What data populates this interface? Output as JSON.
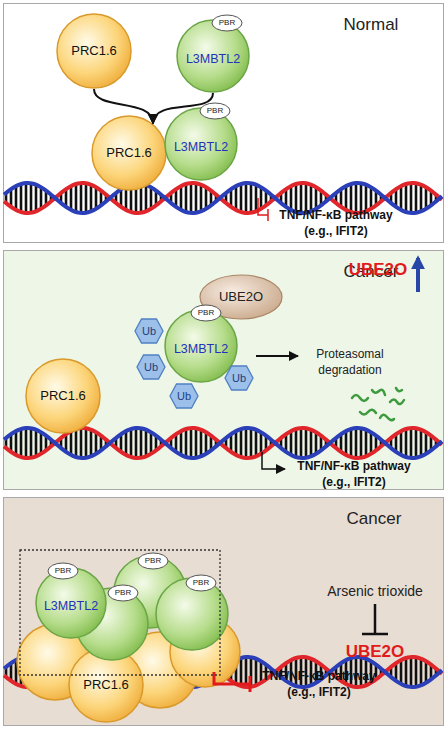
{
  "diagram": {
    "nodes": [
      {
        "text": [
          "Normal"
        ]
      },
      {
        "text": [
          "PRC1.6"
        ],
        "in": 0
      },
      {
        "text": [
          "L3MBTL2"
        ],
        "in": 0
      },
      {
        "text": [
          "PBR"
        ],
        "in": 2
      },
      {
        "text": [
          "PRC1.6"
        ],
        "in": 0
      },
      {
        "text": [
          "L3MBTL2"
        ],
        "in": 0
      },
      {
        "text": [
          "PBR"
        ],
        "in": 5
      },
      {
        "text": [
          "Cancer"
        ]
      },
      {
        "text": [
          "UBE2O"
        ],
        "in": 7
      },
      {
        "text": [
          "L3MBTL2"
        ],
        "in": 7
      },
      {
        "text": [
          "PBR"
        ],
        "in": 9
      },
      {
        "text": [
          "Ub"
        ],
        "in": 7
      },
      {
        "text": [
          "Ub"
        ],
        "in": 7
      },
      {
        "text": [
          "Ub"
        ],
        "in": 7
      },
      {
        "text": [
          "Ub"
        ],
        "in": 7
      },
      {
        "text": [
          "PRC1.6"
        ],
        "in": 7
      },
      {
        "text": [
          "Cancer"
        ]
      },
      {
        "text": [
          "PBR"
        ],
        "in": 16
      },
      {
        "text": [
          "PBR"
        ],
        "in": 16
      },
      {
        "text": [
          "PBR"
        ],
        "in": 16
      },
      {
        "text": [
          "L3MBTL2"
        ],
        "in": 16
      },
      {
        "text": [
          "PBR"
        ],
        "in": 20
      },
      {
        "text": [
          "PRC1.6"
        ],
        "in": 16
      }
    ],
    "edges": [
      {
        "from": 1,
        "to": 4,
        "arrow": "to"
      },
      {
        "from": 2,
        "to": 4,
        "arrow": "to"
      }
    ],
    "labels": [
      "TNF/NF-κB pathway (e.g., IFIT2)",
      "UBE2O",
      "Proteasomal degradation",
      "TNF/NF-κB pathway (e.g., IFIT2)",
      "Arsenic trioxide",
      "UBE2O",
      "TNF/NF-κB pathway (e.g., IFIT2)"
    ]
  }
}
